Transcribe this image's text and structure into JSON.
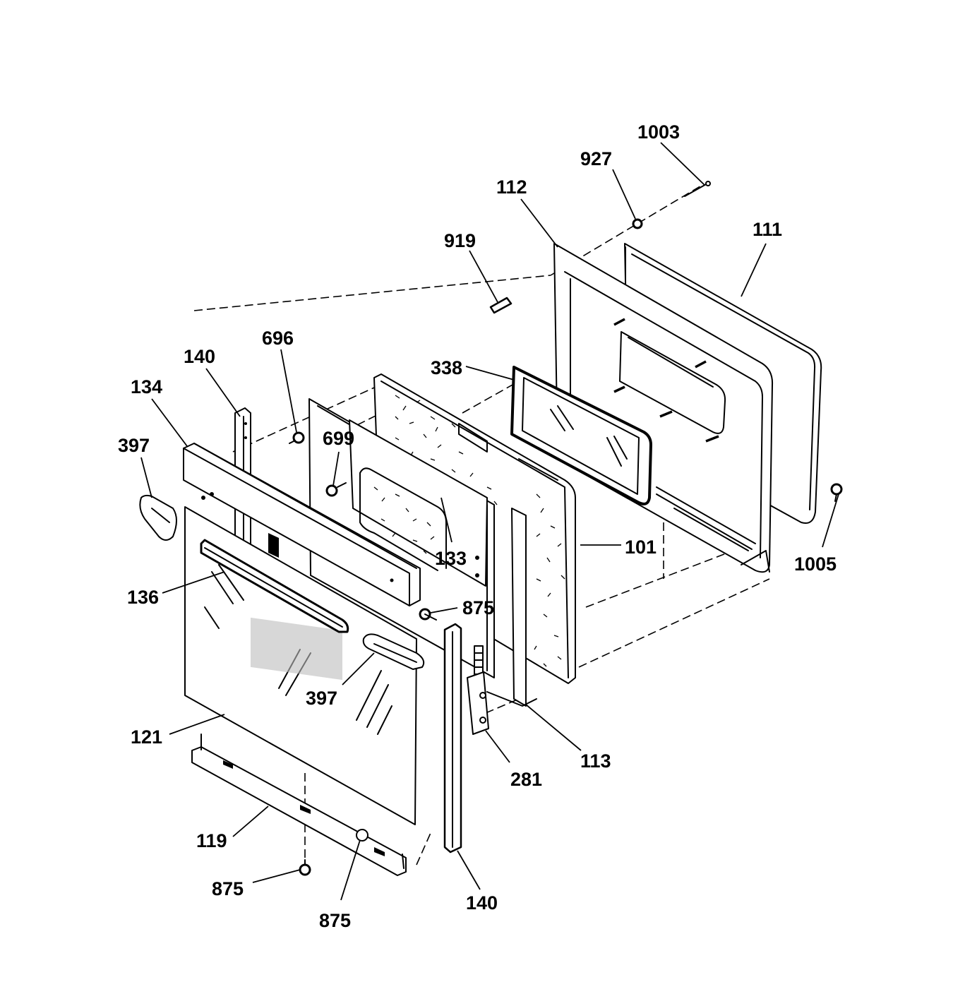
{
  "diagram": {
    "part_labels": {
      "p1003": "1003",
      "p927": "927",
      "p112": "112",
      "p111": "111",
      "p919": "919",
      "p696": "696",
      "p140_top": "140",
      "p134": "134",
      "p338": "338",
      "p699": "699",
      "p397_left": "397",
      "p133": "133",
      "p101": "101",
      "p1005": "1005",
      "p136": "136",
      "p875_mid": "875",
      "p397_right": "397",
      "p121": "121",
      "p113": "113",
      "p281": "281",
      "p119": "119",
      "p875_left": "875",
      "p875_bottom": "875",
      "p140_bottom": "140"
    }
  }
}
